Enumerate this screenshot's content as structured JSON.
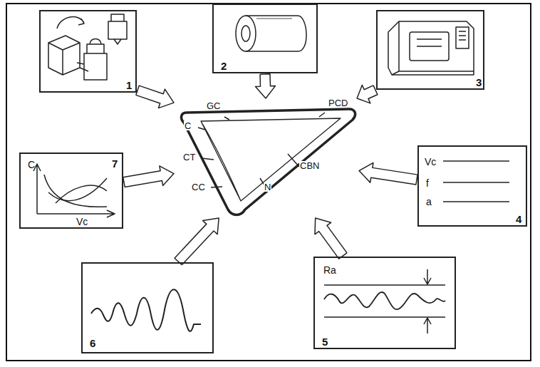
{
  "diagram": {
    "nodes": [
      {
        "text": [
          "1"
        ]
      },
      {
        "text": [
          "2"
        ]
      },
      {
        "text": [
          "3"
        ]
      },
      {
        "text": [
          "C",
          "Vc",
          "7"
        ]
      },
      {
        "text": [
          "GC",
          "PCD",
          "C",
          "CT",
          "CBN",
          "CC",
          "N"
        ]
      },
      {
        "text": [
          "Vc",
          "f",
          "a",
          "4"
        ]
      },
      {
        "text": [
          "6"
        ]
      },
      {
        "text": [
          "Ra",
          "5"
        ]
      }
    ],
    "edges": [
      {
        "from": 0,
        "to": 4,
        "arrow": "to"
      },
      {
        "from": 1,
        "to": 4,
        "arrow": "to"
      },
      {
        "from": 2,
        "to": 4,
        "arrow": "to"
      },
      {
        "from": 3,
        "to": 4,
        "arrow": "to"
      },
      {
        "from": 5,
        "to": 4,
        "arrow": "to"
      },
      {
        "from": 6,
        "to": 4,
        "arrow": "to"
      },
      {
        "from": 7,
        "to": 4,
        "arrow": "to"
      }
    ]
  }
}
